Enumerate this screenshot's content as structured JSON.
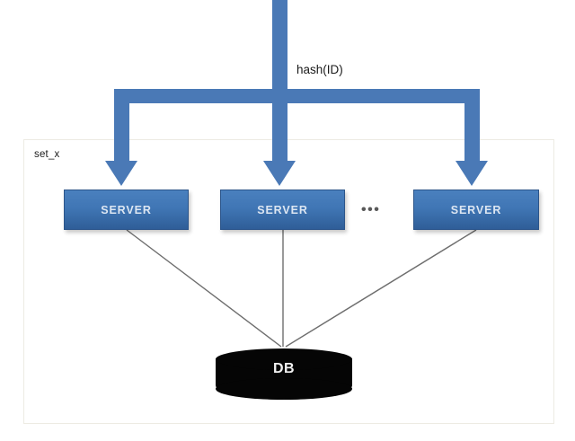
{
  "diagram": {
    "title_label": "hash(ID)",
    "group": {
      "label": "set_x"
    },
    "servers": [
      {
        "label": "SERVER"
      },
      {
        "label": "SERVER"
      },
      {
        "label": "SERVER"
      }
    ],
    "ellipsis": "•••",
    "database": {
      "label": "DB"
    },
    "colors": {
      "arrow_blue": "#4A79B6",
      "server_top": "#4A80BE",
      "server_bottom": "#2F5E98",
      "server_text": "#DCE6F2",
      "db_fill": "#050505",
      "db_text": "#F2F2F2",
      "connector_line": "#6E6E6E",
      "container_border": "#EDEBE3",
      "background": "#FFFFFF"
    }
  }
}
